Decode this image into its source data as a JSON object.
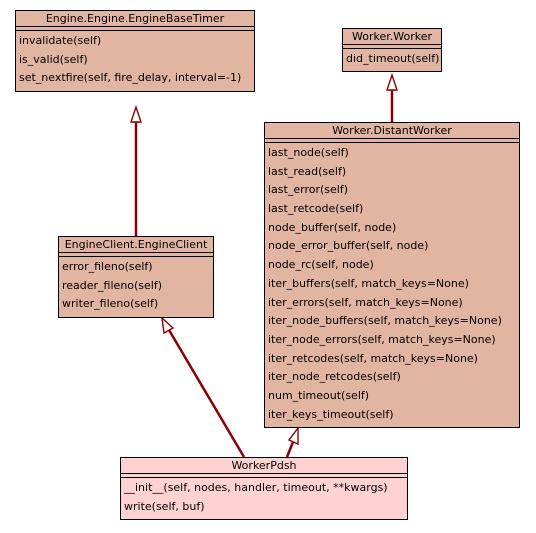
{
  "classes": {
    "engine_base_timer": {
      "name": "Engine.Engine.EngineBaseTimer",
      "methods": [
        "invalidate(self)",
        "is_valid(self)",
        "set_nextfire(self, fire_delay, interval=-1)"
      ]
    },
    "worker": {
      "name": "Worker.Worker",
      "methods": [
        "did_timeout(self)"
      ]
    },
    "distant_worker": {
      "name": "Worker.DistantWorker",
      "methods": [
        "last_node(self)",
        "last_read(self)",
        "last_error(self)",
        "last_retcode(self)",
        "node_buffer(self, node)",
        "node_error_buffer(self, node)",
        "node_rc(self, node)",
        "iter_buffers(self, match_keys=None)",
        "iter_errors(self, match_keys=None)",
        "iter_node_buffers(self, match_keys=None)",
        "iter_node_errors(self, match_keys=None)",
        "iter_retcodes(self, match_keys=None)",
        "iter_node_retcodes(self)",
        "num_timeout(self)",
        "iter_keys_timeout(self)"
      ]
    },
    "engine_client": {
      "name": "EngineClient.EngineClient",
      "methods": [
        "error_fileno(self)",
        "reader_fileno(self)",
        "writer_fileno(self)"
      ]
    },
    "worker_pdsh": {
      "name": "WorkerPdsh",
      "methods": [
        "__init__(self, nodes, handler, timeout, **kwargs)",
        "write(self, buf)"
      ]
    }
  },
  "colors": {
    "class_fill": "#e2b4a2",
    "focus_class_fill": "#ffd2d2",
    "edge": "#8b0000"
  }
}
